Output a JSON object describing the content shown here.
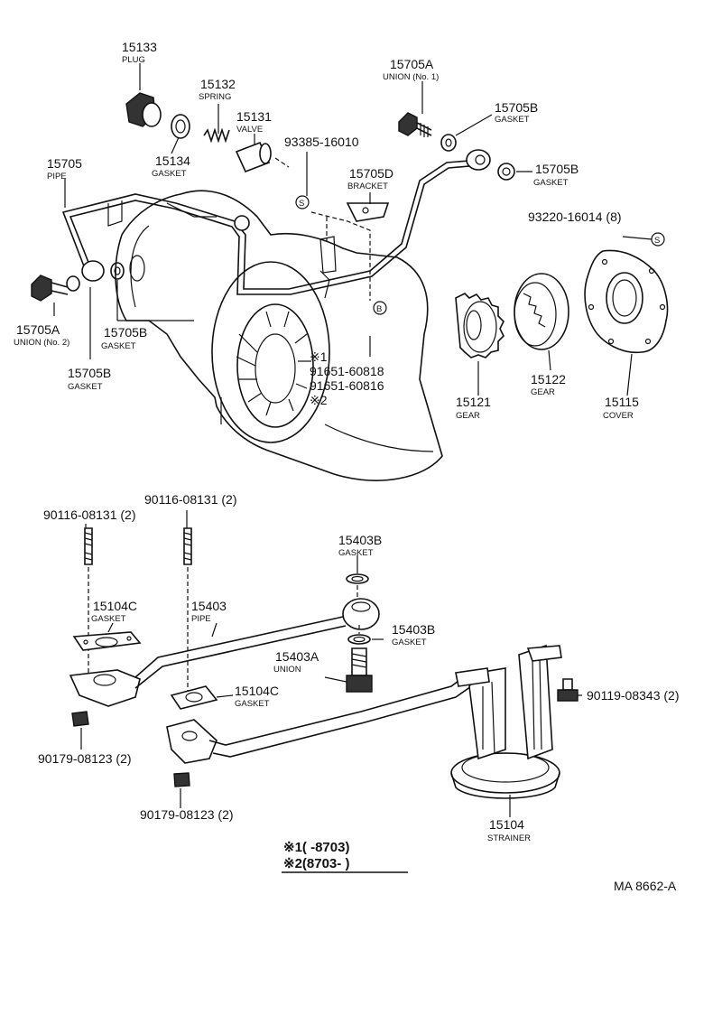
{
  "diagram": {
    "parts": {
      "p15133": {
        "num": "15133",
        "name": "PLUG"
      },
      "p15132": {
        "num": "15132",
        "name": "SPRING"
      },
      "p15131": {
        "num": "15131",
        "name": "VALVE"
      },
      "p15134": {
        "num": "15134",
        "name": "GASKET"
      },
      "p15705": {
        "num": "15705",
        "name": "PIPE"
      },
      "p15705a_top": {
        "num": "15705A",
        "name": "UNION (No. 1)"
      },
      "p15705b_top": {
        "num": "15705B",
        "name": "GASKET"
      },
      "p15705b_right": {
        "num": "15705B",
        "name": "GASKET"
      },
      "p93385": {
        "num": "93385-16010"
      },
      "p15705d": {
        "num": "15705D",
        "name": "BRACKET"
      },
      "p93220": {
        "num": "93220-16014 (8)"
      },
      "p15705a_left": {
        "num": "15705A",
        "name": "UNION (No. 2)"
      },
      "p15705b_mid": {
        "num": "15705B",
        "name": "GASKET"
      },
      "p15705b_low": {
        "num": "15705B",
        "name": "GASKET"
      },
      "p91651": {
        "mark1": "※1",
        "num1": "91651-60818",
        "num2": "91651-60816",
        "mark2": "※2"
      },
      "p15121": {
        "num": "15121",
        "name": "GEAR"
      },
      "p15122": {
        "num": "15122",
        "name": "GEAR"
      },
      "p15115": {
        "num": "15115",
        "name": "COVER"
      },
      "p90116_a": {
        "num": "90116-08131 (2)"
      },
      "p90116_b": {
        "num": "90116-08131 (2)"
      },
      "p15403b_top": {
        "num": "15403B",
        "name": "GASKET"
      },
      "p15104c_a": {
        "num": "15104C",
        "name": "GASKET"
      },
      "p15403": {
        "num": "15403",
        "name": "PIPE"
      },
      "p15403b_mid": {
        "num": "15403B",
        "name": "GASKET"
      },
      "p15403a": {
        "num": "15403A",
        "name": "UNION"
      },
      "p15104c_b": {
        "num": "15104C",
        "name": "GASKET"
      },
      "p90119": {
        "num": "90119-08343 (2)"
      },
      "p90179_a": {
        "num": "90179-08123 (2)"
      },
      "p90179_b": {
        "num": "90179-08123 (2)"
      },
      "p15104": {
        "num": "15104",
        "name": "STRAINER"
      }
    },
    "callouts": {
      "s": "S",
      "b": "B"
    },
    "legend": {
      "line1": "※1(      -8703)",
      "line2": "※2(8703-       )"
    },
    "ref_code": "MA  8662-A"
  }
}
